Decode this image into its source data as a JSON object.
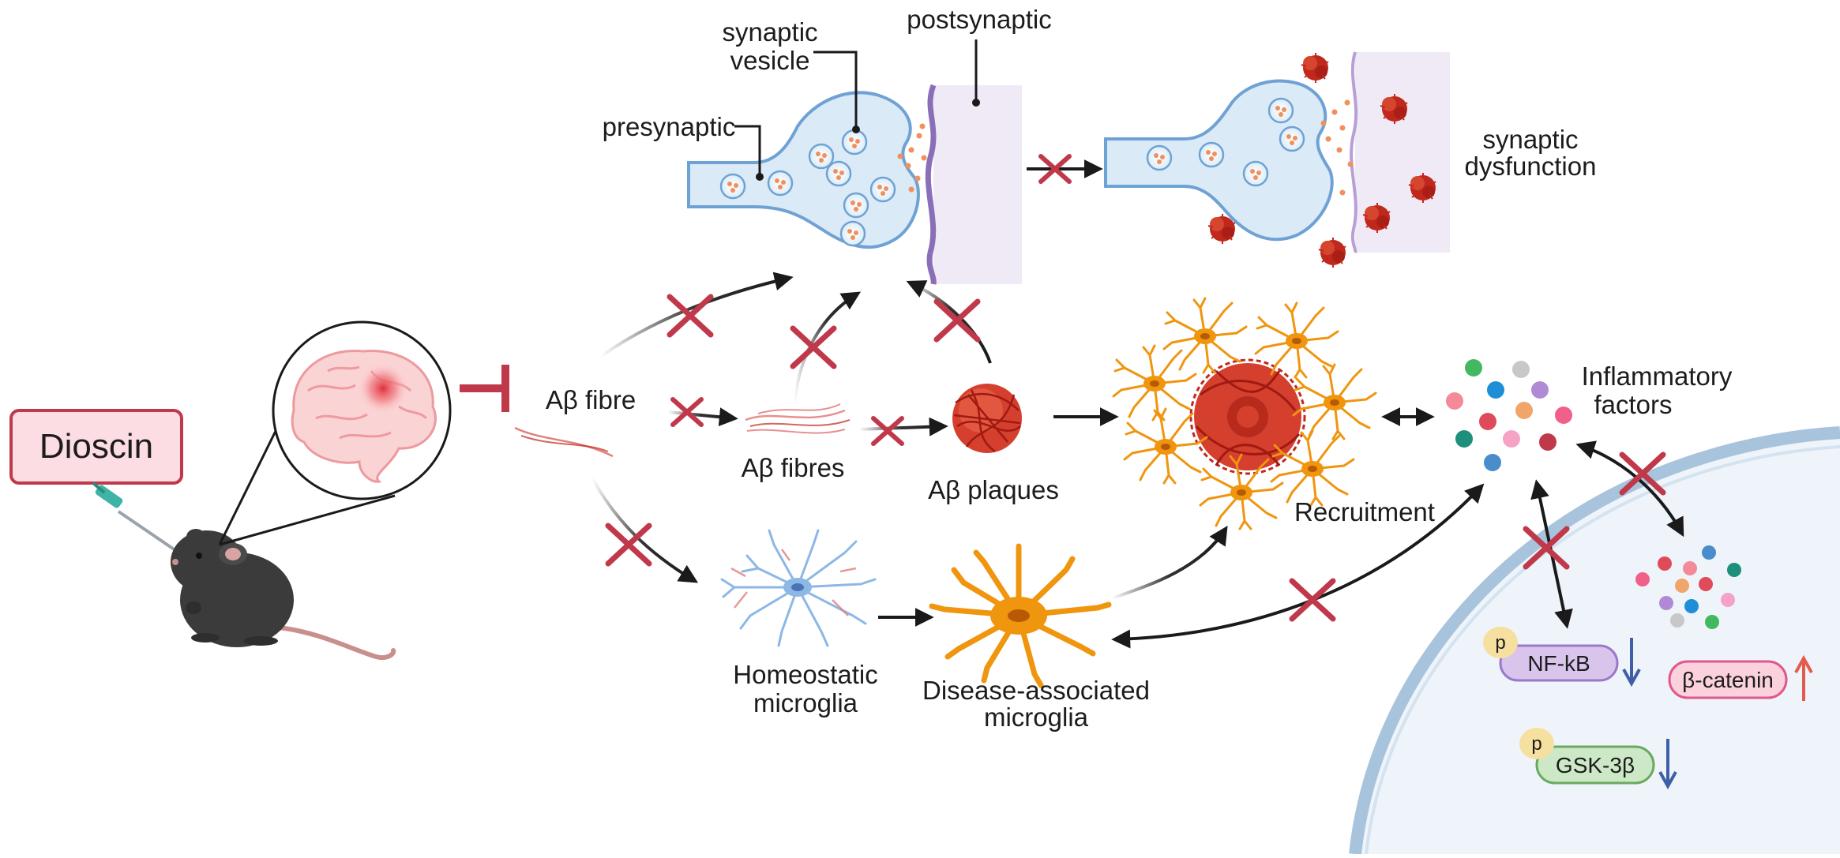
{
  "dioscin_label": "Dioscin",
  "synapse": {
    "synaptic_vesicle_line1": "synaptic",
    "synaptic_vesicle_line2": "vesicle",
    "postsynaptic": "postsynaptic",
    "presynaptic": "presynaptic",
    "dysfunction_line1": "synaptic",
    "dysfunction_line2": "dysfunction"
  },
  "amyloid": {
    "ab_fibre": "Aβ fibre",
    "ab_fibres": "Aβ fibres",
    "ab_plaques": "Aβ plaques"
  },
  "microglia": {
    "homeostatic_line1": "Homeostatic",
    "homeostatic_line2": "microglia",
    "disease_line1": "Disease-associated",
    "disease_line2": "microglia",
    "recruitment": "Recruitment"
  },
  "inflammatory": {
    "line1": "Inflammatory",
    "line2": "factors"
  },
  "signaling": {
    "p_label": "p",
    "nfkb": "NF-kB",
    "gsk3b": "GSK-3β",
    "bcatenin": "β-catenin",
    "nfkb_direction": "down",
    "gsk3b_direction": "down",
    "bcatenin_direction": "up"
  },
  "colors": {
    "inhibit_red": "#c0394b",
    "arrow_black": "#1a1a1a",
    "microglia_orange": "#f0950e",
    "homeostatic_blue": "#8db8e6",
    "plaque_red": "#c0281d",
    "down_arrow_blue": "#3e5fa8",
    "up_arrow_red": "#e35b4f",
    "nfkb_fill": "#d9c4ec",
    "gsk_fill": "#cde8c6",
    "bcat_fill": "#fbd1de",
    "cell_fill": "#eef4fa",
    "cell_membrane": "#a8c4dc"
  }
}
